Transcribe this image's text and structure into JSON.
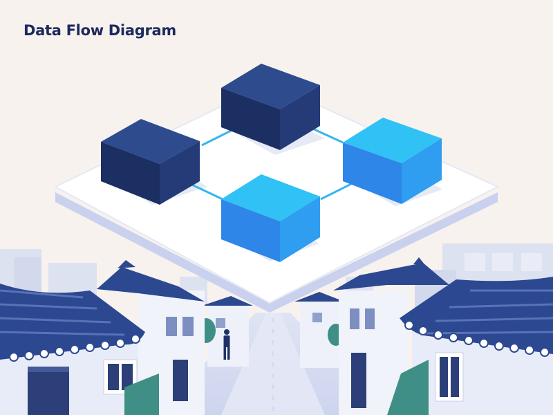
{
  "title": "Data Flow Diagram",
  "colors": {
    "background": "#f8f2ee",
    "title_text": "#1c2a5c",
    "dark_node": "#223a7a",
    "dark_node_top": "#2e4b8e",
    "light_node": "#2f92f0",
    "light_node_top": "#30c2f5",
    "arrow": "#35b6ec",
    "platform": "#ffffff",
    "roof": "#2c4890",
    "wall": "#e8ecf8",
    "shrub": "#3f8f86"
  },
  "nodes": [
    {
      "id": "node-left",
      "shade": "dark"
    },
    {
      "id": "node-top",
      "shade": "dark"
    },
    {
      "id": "node-right",
      "shade": "light"
    },
    {
      "id": "node-bottom",
      "shade": "light"
    }
  ],
  "edges": [
    {
      "from": "node-left",
      "to": "node-top"
    },
    {
      "from": "node-right",
      "to": "node-top"
    },
    {
      "from": "node-bottom",
      "to": "node-left"
    },
    {
      "from": "node-bottom",
      "to": "node-right"
    }
  ],
  "illustration": {
    "subject": "traditional-hanok-alley",
    "icons": [
      "tiled-roof-icon",
      "person-icon"
    ]
  }
}
